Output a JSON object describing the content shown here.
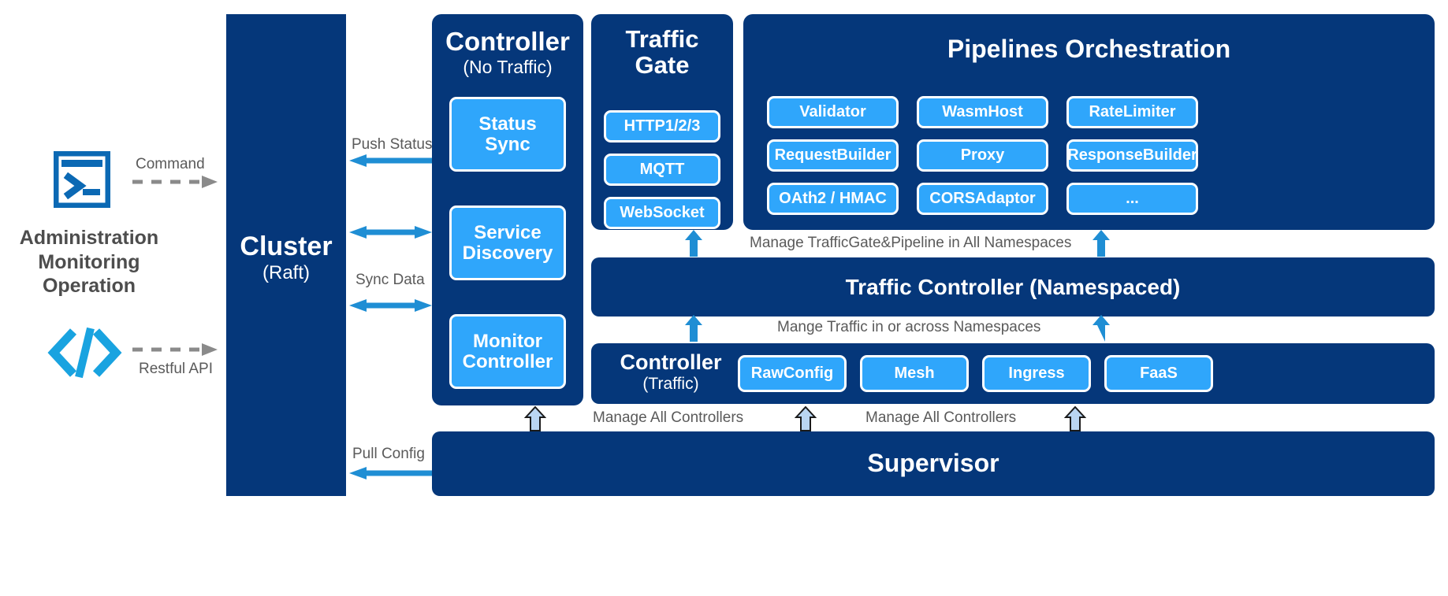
{
  "colors": {
    "navy": "#05377a",
    "bright_blue": "#2fa6fb",
    "arrow_blue": "#1f8ed4",
    "icon_blue": "#0b69b4",
    "code_icon_blue": "#19a3e0",
    "label_gray": "#5a5a5a",
    "white": "#ffffff"
  },
  "left": {
    "terminal_icon": "terminal-icon",
    "code_icon": "code-brackets-icon",
    "caption_lines": [
      "Administration",
      "Monitoring",
      "Operation"
    ],
    "command_label": "Command",
    "restful_label": "Restful API"
  },
  "cluster": {
    "title": "Cluster",
    "subtitle": "(Raft)"
  },
  "connectors": {
    "push_status": "Push Status",
    "sync_data": "Sync Data",
    "pull_config": "Pull Config"
  },
  "controller_no_traffic": {
    "title": "Controller",
    "subtitle": "(No Traffic)",
    "items": [
      {
        "label": "Status\nSync",
        "lines": [
          "Status",
          "Sync"
        ]
      },
      {
        "label": "Service\nDiscovery",
        "lines": [
          "Service",
          "Discovery"
        ]
      },
      {
        "label": "Monitor\nController",
        "lines": [
          "Monitor",
          "Controller"
        ]
      }
    ]
  },
  "traffic_gate": {
    "title_lines": [
      "Traffic",
      "Gate"
    ],
    "items": [
      "HTTP1/2/3",
      "MQTT",
      "WebSocket"
    ]
  },
  "pipelines": {
    "title": "Pipelines Orchestration",
    "rows": [
      [
        "Validator",
        "WasmHost",
        "RateLimiter"
      ],
      [
        "RequestBuilder",
        "Proxy",
        "ResponseBuilder"
      ],
      [
        "OAth2 / HMAC",
        "CORSAdaptor",
        "..."
      ]
    ]
  },
  "bands": {
    "manage_pipeline_note": "Manage TrafficGate&Pipeline in All Namespaces",
    "traffic_controller_title": "Traffic Controller (Namespaced)",
    "manage_traffic_note": "Mange Traffic in or across Namespaces",
    "controller_traffic": {
      "title": "Controller",
      "subtitle": "(Traffic)",
      "items": [
        "RawConfig",
        "Mesh",
        "Ingress",
        "FaaS"
      ]
    },
    "manage_all_controllers_left": "Manage All Controllers",
    "manage_all_controllers_right": "Manage All Controllers",
    "supervisor_title": "Supervisor"
  }
}
